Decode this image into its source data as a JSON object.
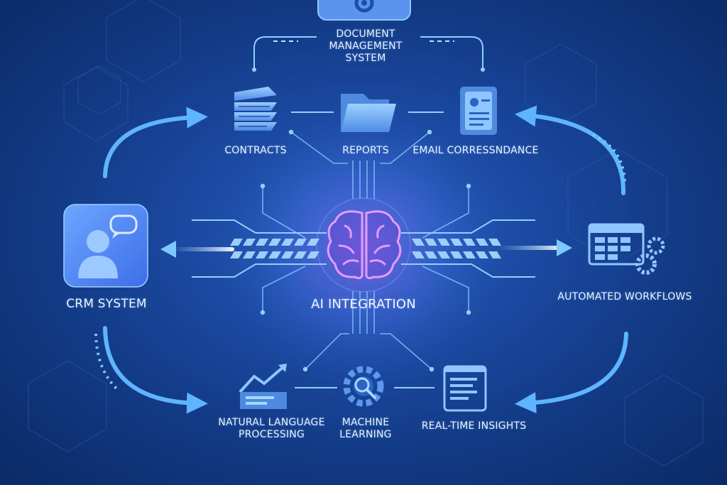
{
  "center": {
    "label": "AI INTEGRATION",
    "icon": "brain-icon"
  },
  "top_node": {
    "label": "DOCUMENT\nMANAGEMENT\nSYSTEM",
    "icon": "gear-icon"
  },
  "documents": [
    {
      "label": "CONTRACTS",
      "icon": "document-stack-icon"
    },
    {
      "label": "REPORTS",
      "icon": "folder-icon"
    },
    {
      "label": "EMAIL CORRESSNDANCE",
      "icon": "document-profile-icon"
    }
  ],
  "left_node": {
    "label": "CRM SYSTEM",
    "icon": "user-chat-icon"
  },
  "right_node": {
    "label": "AUTOMATED WORKFLOWS",
    "icon": "workflow-gears-icon"
  },
  "bottom": [
    {
      "label": "NATURAL LANGUAGE\nPROCESSING",
      "icon": "growth-chart-icon"
    },
    {
      "label": "MACHINE\nLEARNING",
      "icon": "gear-search-icon"
    },
    {
      "label": "REAL-TIME INSIGHTS",
      "icon": "tablet-icon"
    }
  ],
  "colors": {
    "accent": "#6fb8ff",
    "brain": "#d98cff",
    "background": "#1c4aa3"
  }
}
